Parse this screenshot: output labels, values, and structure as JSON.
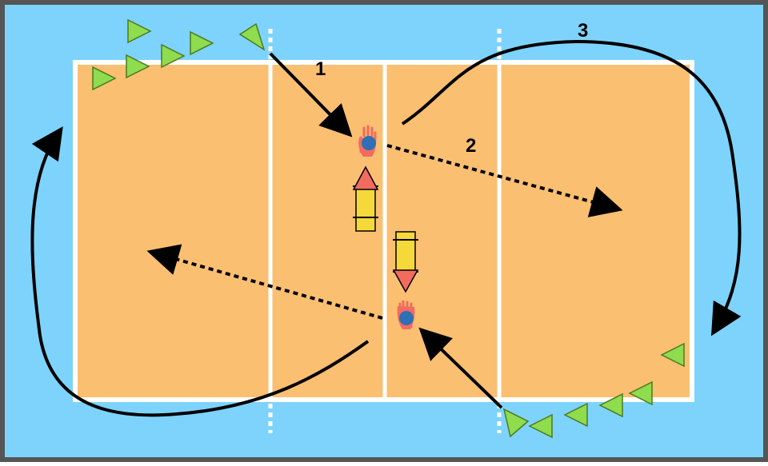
{
  "diagram": {
    "colors": {
      "frame": "#555555",
      "surround": "#7dd3fc",
      "court": "#fbbf72",
      "lines": "#ffffff",
      "player_marker": "#8fdc4e",
      "player_outline": "#4d7a1f",
      "bench": "#f5d83a",
      "bench_cone": "#f26b5f",
      "ball": "#2f6fb5",
      "hand": "#f26b5f",
      "arrow": "#000000"
    },
    "legend_labels": {
      "step_1": "1",
      "step_2": "2",
      "step_3": "3"
    },
    "icons": {
      "player": "triangle-player-icon",
      "feeder": "hand-with-ball-icon",
      "bench": "bench-with-cone-icon"
    }
  }
}
